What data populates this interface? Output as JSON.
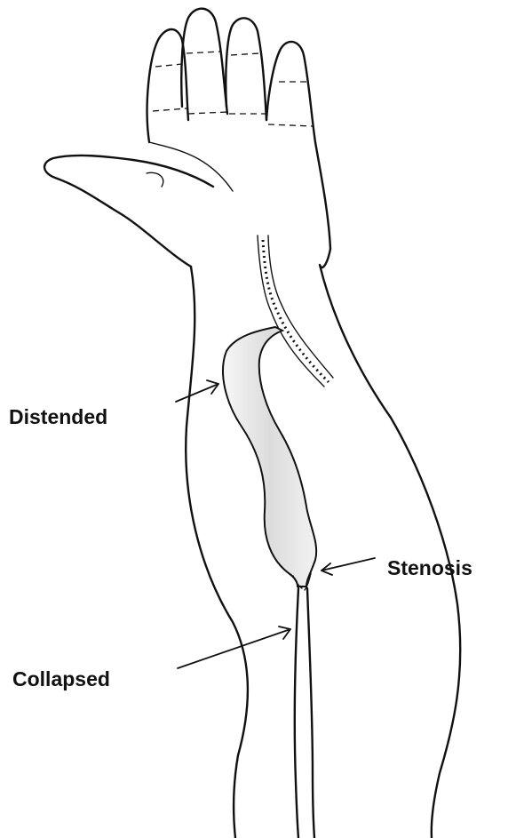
{
  "labels": {
    "distended": "Distended",
    "stenosis": "Stenosis",
    "collapsed": "Collapsed"
  },
  "colors": {
    "line": "#111111",
    "vein_fill": "#e6e6e6",
    "background": "#ffffff"
  }
}
